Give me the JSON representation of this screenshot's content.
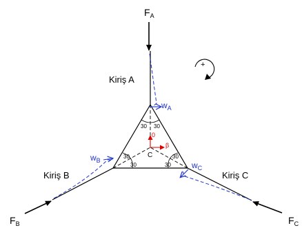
{
  "forces": {
    "a": {
      "main": "F",
      "sub": "A"
    },
    "b": {
      "main": "F",
      "sub": "B"
    },
    "c": {
      "main": "F",
      "sub": "C"
    }
  },
  "beams": {
    "a": "Kiriş A",
    "b": "Kiriş B",
    "c": "Kiriş C"
  },
  "deflections": {
    "a": {
      "main": "w",
      "sub": "A"
    },
    "b": {
      "main": "w",
      "sub": "B"
    },
    "c": {
      "main": "w",
      "sub": "C"
    }
  },
  "angles": [
    "30",
    "30",
    "30",
    "30",
    "30",
    "30"
  ],
  "center": {
    "label": "C",
    "axis_up": "0",
    "axis_right": "β"
  },
  "rotation_sign": "+",
  "colors": {
    "structure": "#000000",
    "deflection": "#1f35c9",
    "axis": "#e00000"
  }
}
